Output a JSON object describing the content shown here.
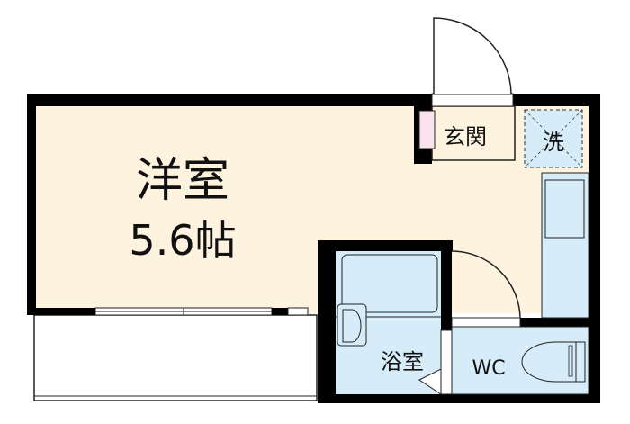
{
  "rooms": {
    "western_room": {
      "name": "洋室",
      "size": "5.6帖"
    },
    "entrance": {
      "name": "玄関"
    },
    "laundry": {
      "name": "洗"
    },
    "bathroom": {
      "name": "浴室"
    },
    "toilet": {
      "name": "WC"
    }
  },
  "colors": {
    "room": "#fdf3df",
    "wet": "#d6ecf8",
    "wall": "#000000"
  }
}
